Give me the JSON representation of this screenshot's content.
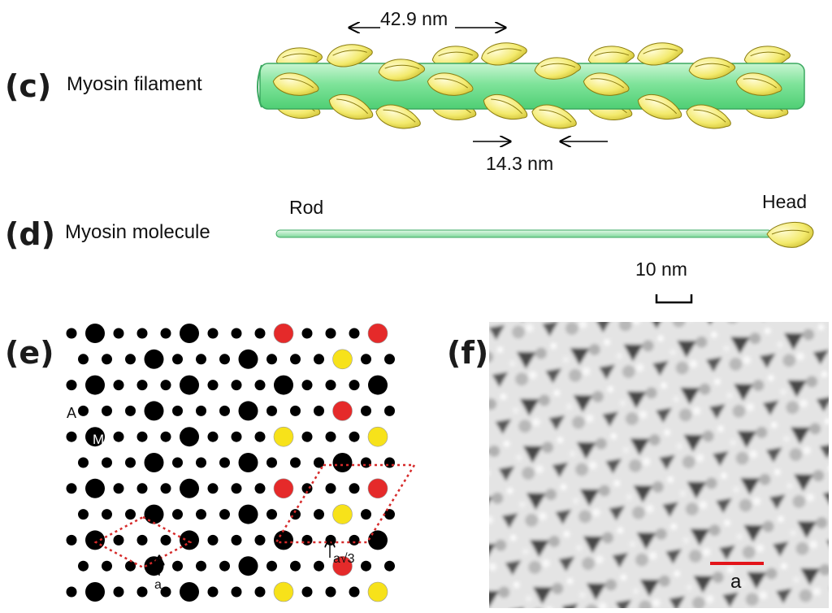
{
  "panels": {
    "c": {
      "letter": "(c)",
      "label": "Myosin filament",
      "spacing_long": "42.9 nm",
      "spacing_short": "14.3 nm"
    },
    "d": {
      "letter": "(d)",
      "label": "Myosin molecule",
      "rod": "Rod",
      "head": "Head",
      "scale": "10 nm"
    },
    "e": {
      "letter": "(e)",
      "actin_label": "A",
      "myosin_label": "M",
      "lattice_a": "a",
      "lattice_a_sqrt3": "a√3"
    },
    "f": {
      "letter": "(f)",
      "scale_label": "a"
    }
  },
  "colors": {
    "filament_body": "#8fe3a6",
    "myosin_head": "#f3ea6c",
    "dot": "#000000",
    "red": "#e52a2a",
    "yellow": "#f7e21a",
    "dashed": "#d62a2a",
    "scale_red": "#e3141a"
  }
}
